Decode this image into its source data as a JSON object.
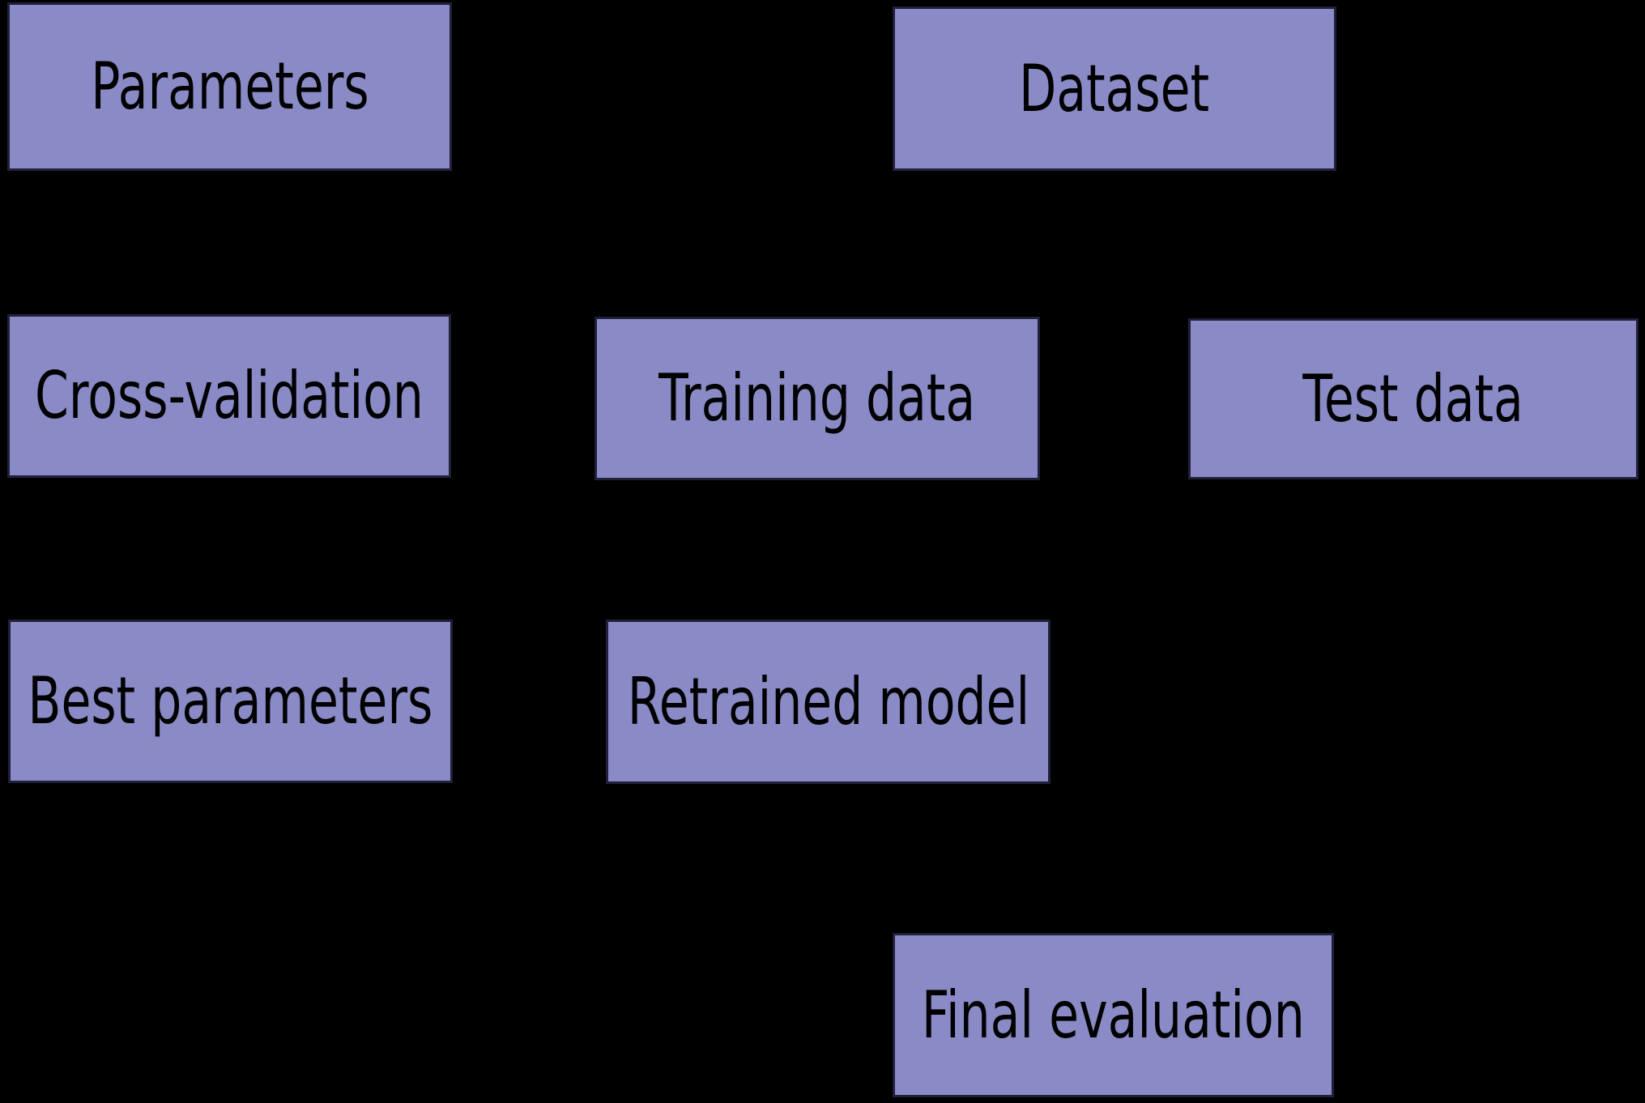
{
  "diagram": {
    "background_color": "#000000",
    "node_fill_color": "#8a8bc6",
    "node_edge_color": "#20203a",
    "text_color": "#000000",
    "nodes": [
      {
        "id": "parameters",
        "label": "Parameters"
      },
      {
        "id": "dataset",
        "label": "Dataset"
      },
      {
        "id": "cross-validation",
        "label": "Cross-validation"
      },
      {
        "id": "training-data",
        "label": "Training data"
      },
      {
        "id": "test-data",
        "label": "Test data"
      },
      {
        "id": "best-parameters",
        "label": "Best parameters"
      },
      {
        "id": "retrained-model",
        "label": "Retrained model"
      },
      {
        "id": "final-evaluation",
        "label": "Final evaluation"
      }
    ]
  }
}
